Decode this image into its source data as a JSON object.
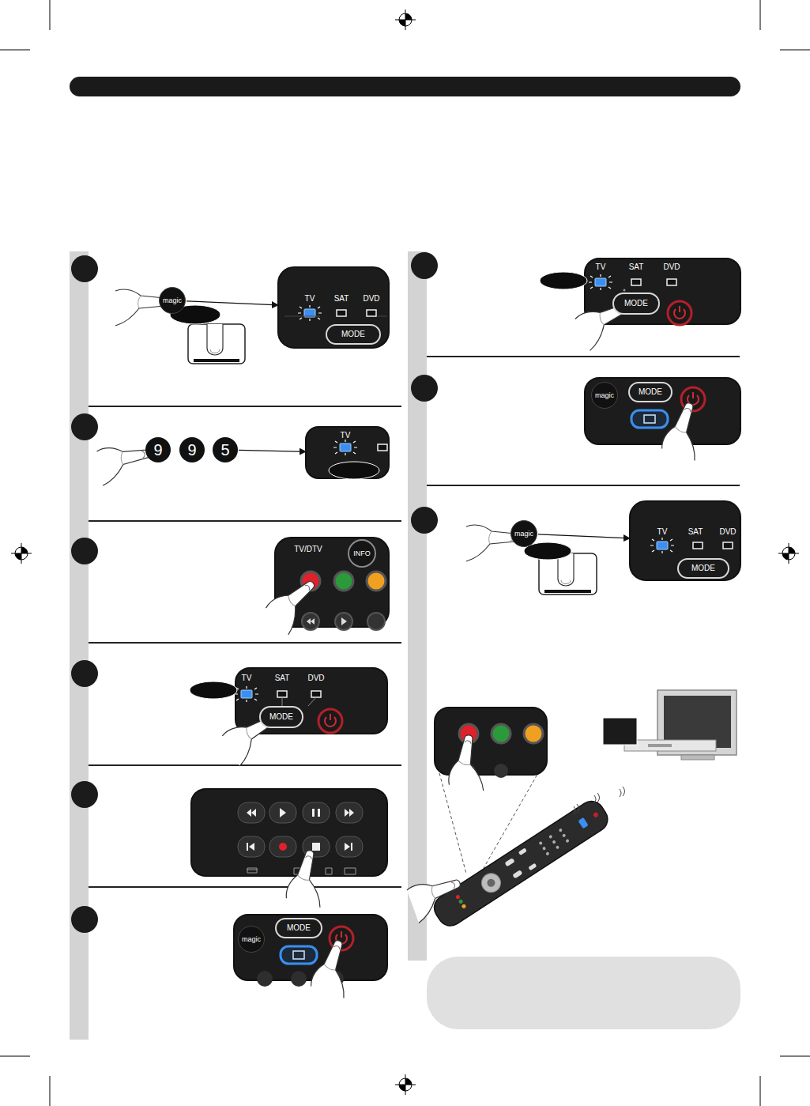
{
  "diagram": {
    "nodes": [
      {
        "text": [
          "magic"
        ]
      },
      {
        "text": [
          "TV",
          "SAT",
          "DVD"
        ]
      },
      {
        "text": [
          "MODE"
        ],
        "in": 1
      },
      {
        "text": [
          "9"
        ]
      },
      {
        "text": [
          "9"
        ]
      },
      {
        "text": [
          "5"
        ]
      },
      {
        "text": [
          "TV"
        ]
      },
      {
        "text": [
          "TV/DTV"
        ]
      },
      {
        "text": [
          "INFO"
        ],
        "in": 7
      },
      {
        "text": [
          "TV",
          "SAT",
          "DVD"
        ]
      },
      {
        "text": [
          "MODE"
        ],
        "in": 9
      },
      {
        "text": [
          "magic"
        ]
      },
      {
        "text": [
          "MODE"
        ]
      },
      {
        "text": [
          "TV",
          "SAT",
          "DVD"
        ]
      },
      {
        "text": [
          "MODE"
        ],
        "in": 13
      },
      {
        "text": [
          "magic"
        ]
      },
      {
        "text": [
          "MODE"
        ]
      },
      {
        "text": [
          "magic"
        ]
      },
      {
        "text": [
          "TV",
          "SAT",
          "DVD"
        ]
      },
      {
        "text": [
          "MODE"
        ],
        "in": 18
      }
    ],
    "edges": [
      {
        "from": 0,
        "to": 1,
        "arrow": "to"
      },
      {
        "from": 5,
        "to": 6,
        "arrow": "to"
      },
      {
        "from": 17,
        "to": 18,
        "arrow": "to"
      }
    ]
  }
}
